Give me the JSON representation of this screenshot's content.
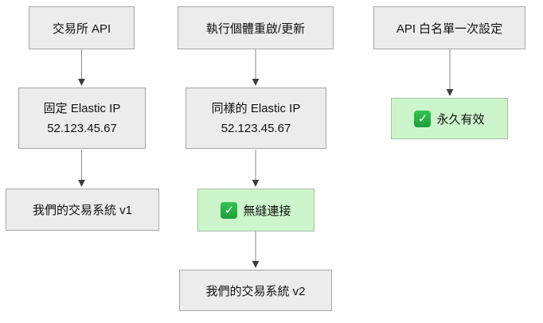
{
  "colors": {
    "background": "#ffffff",
    "node_fill": "#ececec",
    "node_border": "#a6a6a6",
    "highlight_fill": "#ccf5cc",
    "highlight_border": "#a6bfa6",
    "edge_line": "#8b8b8b",
    "edge_arrowhead": "#3d3d3d",
    "check_icon_green": "#1c9e38",
    "text": "#111111"
  },
  "nodes": {
    "exchange_api": {
      "label": "交易所 API"
    },
    "fixed_eip": {
      "line1": "固定 Elastic IP",
      "line2": "52.123.45.67"
    },
    "system_v1": {
      "label": "我們的交易系統 v1"
    },
    "instance_restart": {
      "label": "執行個體重啟/更新"
    },
    "same_eip": {
      "line1": "同樣的 Elastic IP",
      "line2": "52.123.45.67"
    },
    "seamless_connection": {
      "icon_name": "check-mark-emoji",
      "icon_glyph": "✓",
      "label": "無縫連接"
    },
    "system_v2": {
      "label": "我們的交易系統 v2"
    },
    "api_whitelist": {
      "label": "API 白名單一次設定"
    },
    "permanent_valid": {
      "icon_name": "check-mark-emoji",
      "icon_glyph": "✓",
      "label": "永久有效"
    }
  }
}
